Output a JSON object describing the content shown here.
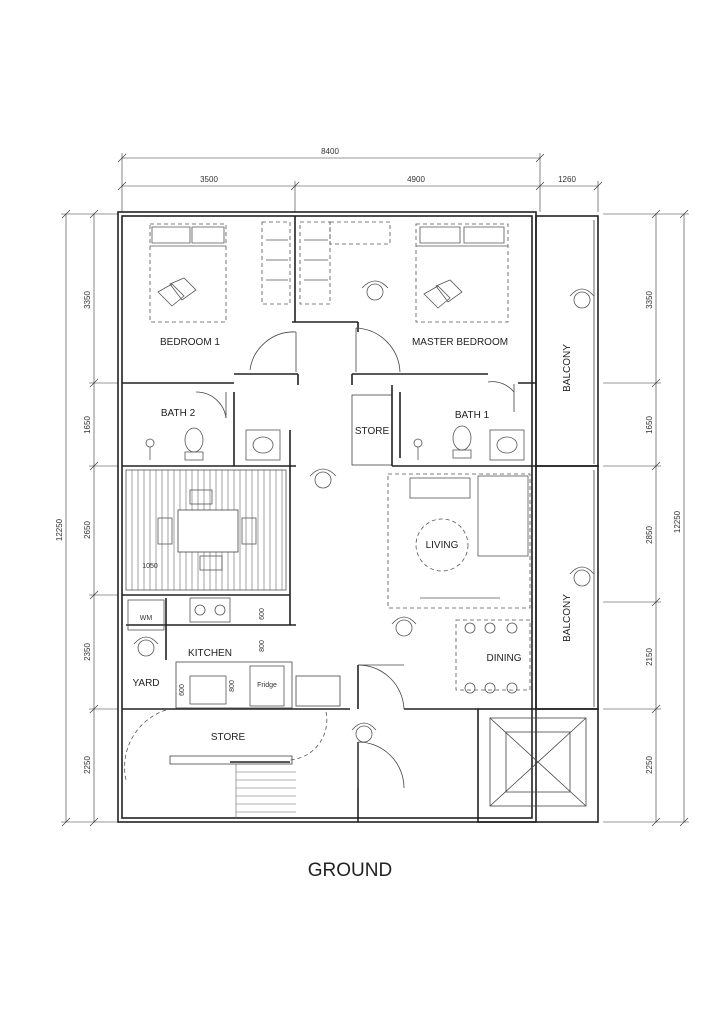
{
  "title": "GROUND",
  "dimensions": {
    "top_total": "8400",
    "top_segments": [
      "3500",
      "4900",
      "1260"
    ],
    "left_total": "12250",
    "left_segments": [
      "3350",
      "1650",
      "2650",
      "2350",
      "2250"
    ],
    "right_total": "12250",
    "right_segments": [
      "3350",
      "1650",
      "2850",
      "2150",
      "2250"
    ],
    "interior": [
      "1050",
      "600",
      "800",
      "600",
      "800"
    ]
  },
  "rooms": {
    "bedroom1": "BEDROOM 1",
    "master_bedroom": "MASTER BEDROOM",
    "bath2": "BATH 2",
    "bath1": "BATH 1",
    "store_upper": "STORE",
    "store_lower": "STORE",
    "living": "LIVING",
    "dining": "DINING",
    "kitchen": "KITCHEN",
    "yard": "YARD",
    "balcony_upper": "BALCONY",
    "balcony_lower": "BALCONY",
    "fridge": "Fridge",
    "wm": "WM"
  }
}
